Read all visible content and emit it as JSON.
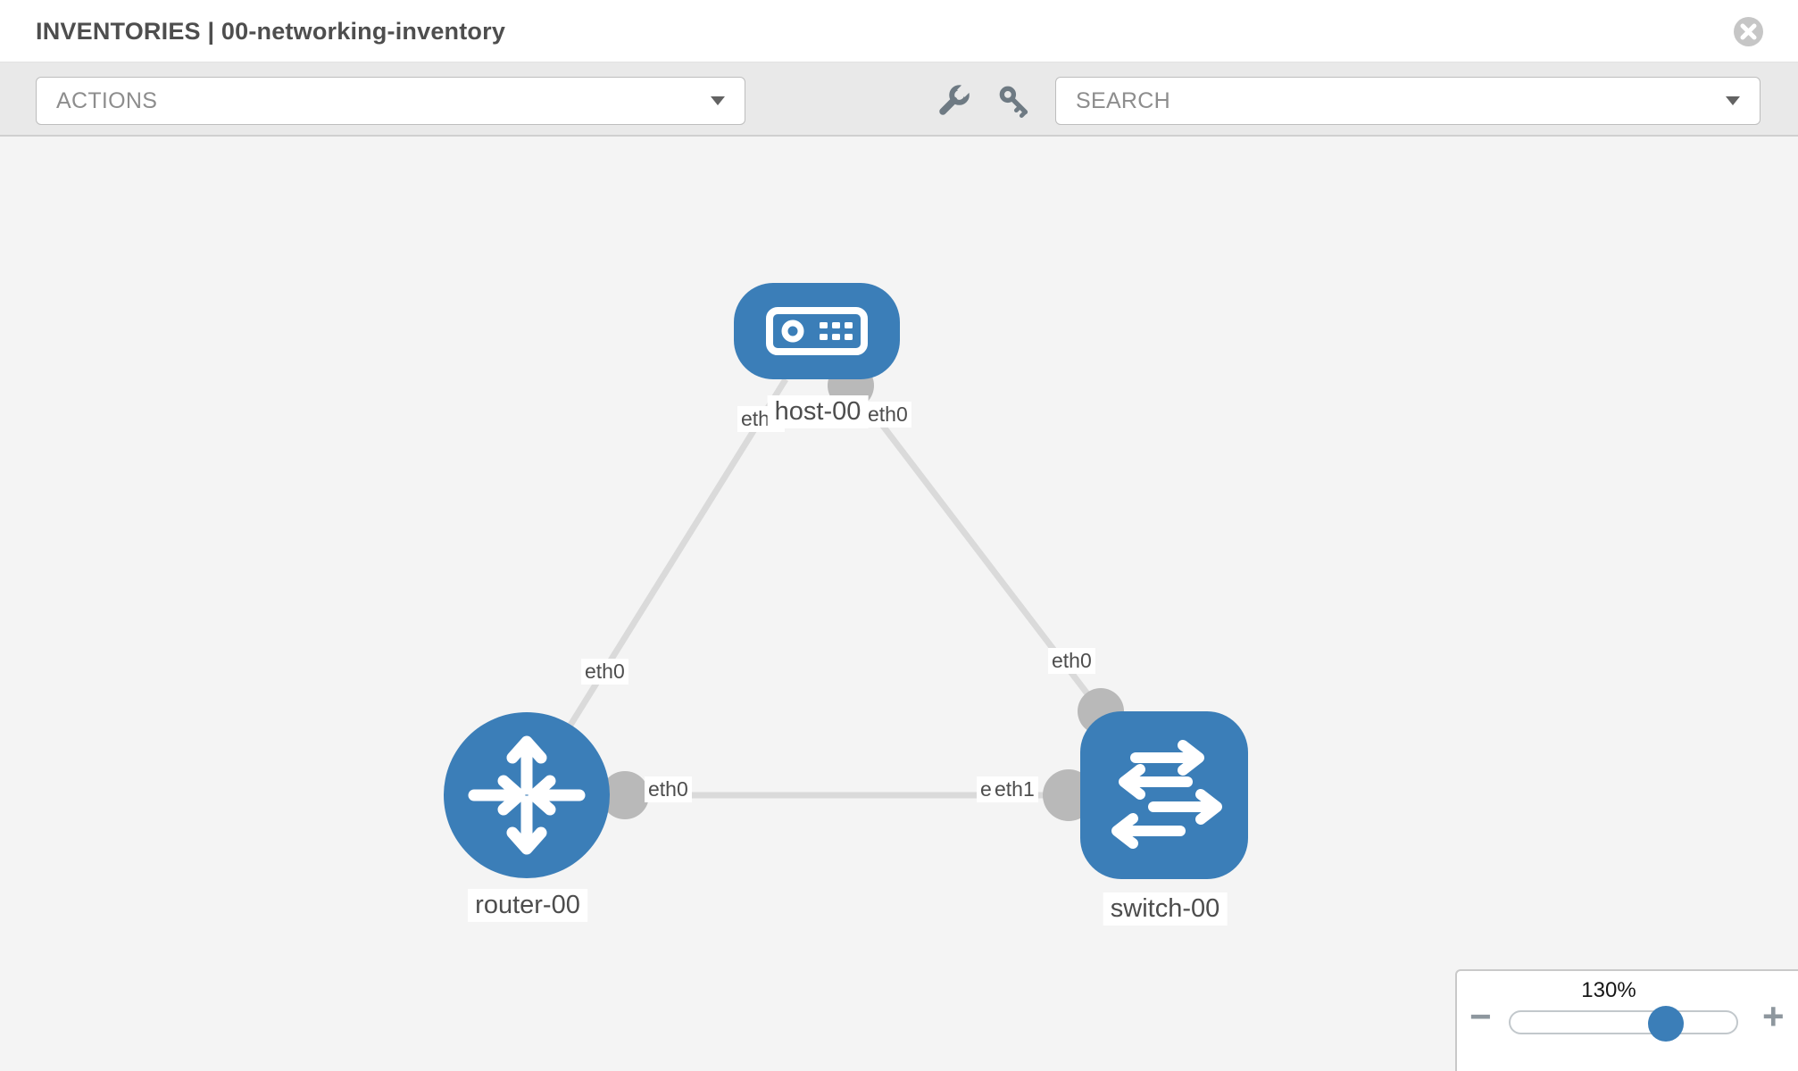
{
  "header": {
    "title": "INVENTORIES | 00-networking-inventory"
  },
  "toolbar": {
    "actions_label": "ACTIONS",
    "search_label": "SEARCH",
    "icons": [
      "wrench-icon",
      "key-icon"
    ]
  },
  "colors": {
    "node_blue": "#3b7eb8",
    "link_gray": "#dadada",
    "port_gray": "#b9b9b9",
    "canvas_bg": "#f4f4f4",
    "toolbar_bg": "#e9e9e9"
  },
  "diagram": {
    "nodes": [
      {
        "type": "host",
        "label": "host-00"
      },
      {
        "type": "router",
        "label": "router-00"
      },
      {
        "type": "switch",
        "label": "switch-00"
      }
    ],
    "links": [
      {
        "from": "host-00",
        "to": "router-00",
        "from_interface": "eth0",
        "to_interface": "eth0"
      },
      {
        "from": "host-00",
        "to": "switch-00",
        "from_interface": "eth0",
        "to_interface": "eth0"
      },
      {
        "from": "router-00",
        "to": "switch-00",
        "from_interface": "eth0",
        "to_interface": "eth1"
      }
    ],
    "interface_labels": [
      {
        "text": "eth0"
      },
      {
        "text": "eth0"
      },
      {
        "text": "eth0"
      },
      {
        "text": "eth0"
      },
      {
        "text": "eth0"
      },
      {
        "text": "eth0"
      },
      {
        "text": "eth1"
      }
    ]
  },
  "zoom_control": {
    "percent": "130%",
    "minus": "−",
    "plus": "+"
  }
}
